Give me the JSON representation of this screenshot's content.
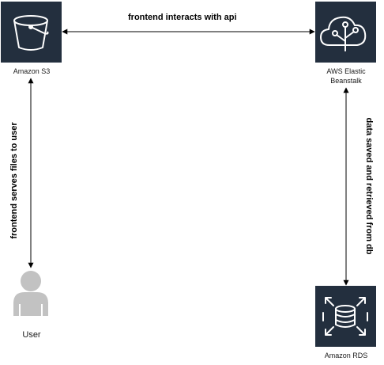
{
  "nodes": {
    "s3": {
      "label": "Amazon S3",
      "icon": "bucket-icon"
    },
    "beanstalk": {
      "label": "AWS Elastic\nBeanstalk",
      "icon": "elastic-beanstalk-icon"
    },
    "rds": {
      "label": "Amazon RDS",
      "icon": "database-icon"
    },
    "user": {
      "label": "User",
      "icon": "user-icon"
    }
  },
  "edges": {
    "s3_beanstalk": {
      "label": "frontend interacts with api"
    },
    "s3_user": {
      "label": "frontend serves files to user"
    },
    "beanstalk_rds": {
      "label": "data saved and retrieved from db"
    }
  },
  "colors": {
    "tile": "#232f3e",
    "icon_stroke": "#ffffff",
    "user": "#c2c2c2",
    "line": "#000000"
  }
}
